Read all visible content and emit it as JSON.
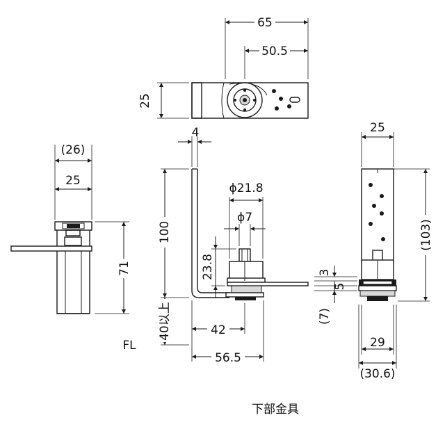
{
  "caption": "下部金具",
  "dimensions": {
    "top_width": "65",
    "top_offset": "50.5",
    "top_height": "25",
    "plate_thickness": "4",
    "left_outer_width": "(26)",
    "left_inner_width": "25",
    "left_height": "71",
    "pivot_diameter": "ϕ21.8",
    "pin_diameter": "ϕ7",
    "pivot_height": "23.8",
    "arm_height": "100",
    "min_height": "40以上",
    "floor_label": "FL",
    "pivot_offset": "42",
    "arm_length": "56.5",
    "right_width": "25",
    "right_height": "(103)",
    "flange_3": "3",
    "flange_5": "5",
    "flange_7": "(7)",
    "bottom_inner": "29",
    "bottom_outer": "(30.6)"
  }
}
